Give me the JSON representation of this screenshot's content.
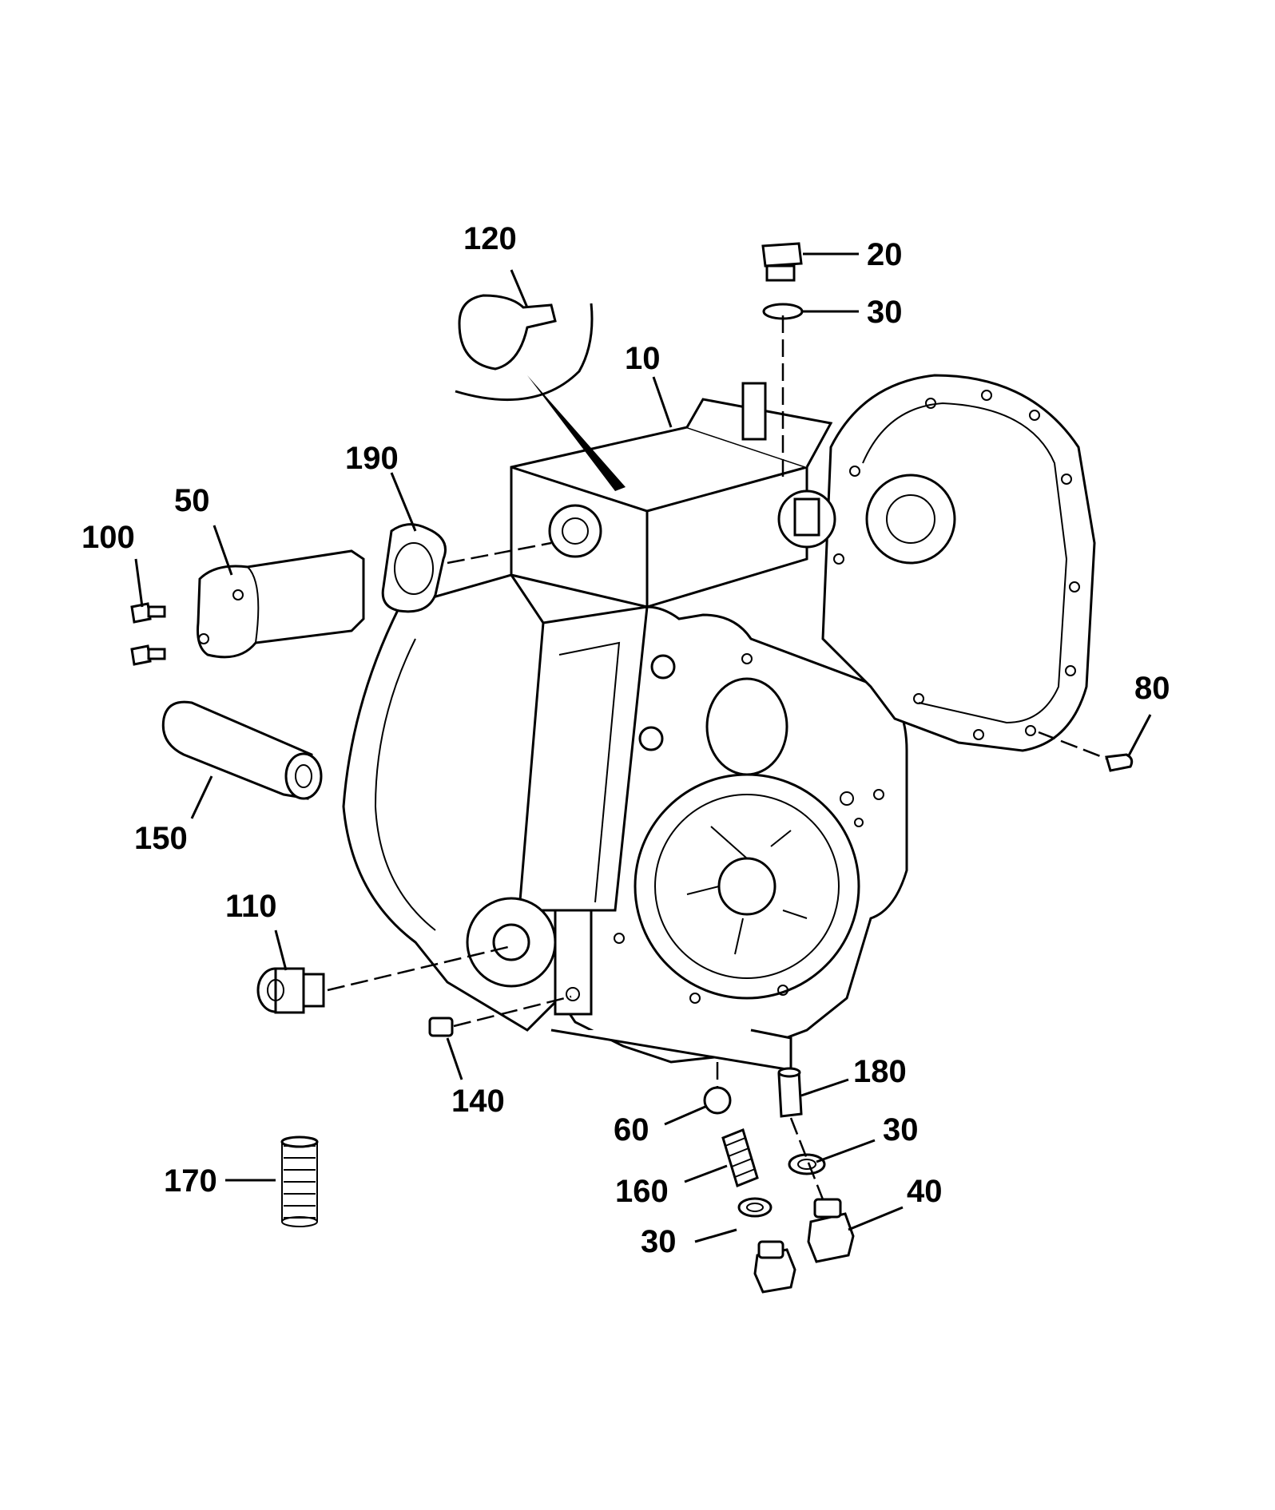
{
  "diagram": {
    "callouts": [
      {
        "id": "c120",
        "label": "120"
      },
      {
        "id": "c20",
        "label": "20"
      },
      {
        "id": "c30a",
        "label": "30"
      },
      {
        "id": "c10",
        "label": "10"
      },
      {
        "id": "c190",
        "label": "190"
      },
      {
        "id": "c50",
        "label": "50"
      },
      {
        "id": "c100",
        "label": "100"
      },
      {
        "id": "c80",
        "label": "80"
      },
      {
        "id": "c150",
        "label": "150"
      },
      {
        "id": "c110",
        "label": "110"
      },
      {
        "id": "c140",
        "label": "140"
      },
      {
        "id": "c180",
        "label": "180"
      },
      {
        "id": "c60",
        "label": "60"
      },
      {
        "id": "c30b",
        "label": "30"
      },
      {
        "id": "c170",
        "label": "170"
      },
      {
        "id": "c160",
        "label": "160"
      },
      {
        "id": "c40",
        "label": "40"
      },
      {
        "id": "c30c",
        "label": "30"
      }
    ]
  }
}
